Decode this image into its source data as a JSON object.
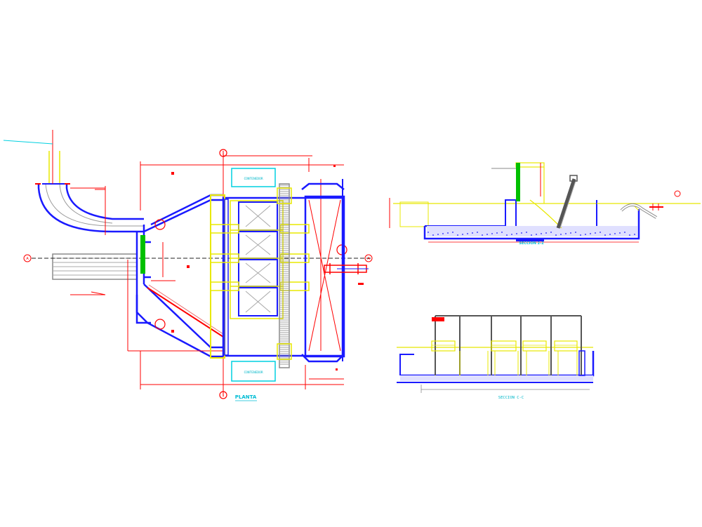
{
  "drawing": {
    "plan_title": "PLANTA",
    "section_title": "SECCION 2-2",
    "section_cc_title": "SECCION C-C",
    "axis_labels": [
      "A",
      "A",
      "1",
      "1"
    ],
    "equipment": [
      "CONTENEDOR",
      "CONTENEDOR"
    ],
    "colors": {
      "wall_blue": "#1a1aff",
      "dim_red": "#ff0000",
      "yellow": "#e8e800",
      "cyan": "#00d0e0",
      "green": "#00c000",
      "magenta": "#ff00ff",
      "gray": "#8a8a8a"
    }
  }
}
